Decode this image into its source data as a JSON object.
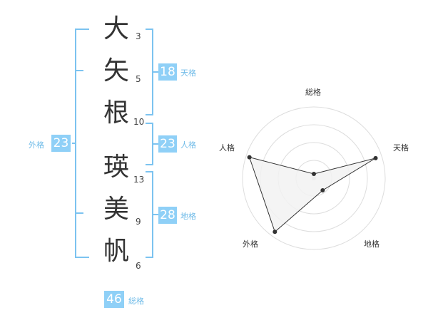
{
  "name": {
    "chars": [
      {
        "char": "大",
        "strokes": "3"
      },
      {
        "char": "矢",
        "strokes": "5"
      },
      {
        "char": "根",
        "strokes": "10"
      },
      {
        "char": "瑛",
        "strokes": "13"
      },
      {
        "char": "美",
        "strokes": "9"
      },
      {
        "char": "帆",
        "strokes": "6"
      }
    ]
  },
  "kakusu": {
    "tenkaku": {
      "value": "18",
      "label": "天格"
    },
    "jinkaku": {
      "value": "23",
      "label": "人格"
    },
    "chikaku": {
      "value": "28",
      "label": "地格"
    },
    "gaikaku": {
      "value": "23",
      "label": "外格"
    },
    "soukaku": {
      "value": "46",
      "label": "総格"
    }
  },
  "radar": {
    "labels": {
      "top": "総格",
      "right": "天格",
      "bottom_right": "地格",
      "bottom_left": "外格",
      "left": "人格"
    },
    "colors": {
      "accent": "#8fd0f7",
      "bracket": "#7cc3f0",
      "fill": "#f2f2f2",
      "line": "#333333",
      "grid": "#dddddd"
    },
    "levels": 4,
    "scores": {
      "soukaku": 0.06,
      "tenkaku": 0.91,
      "chikaku": 0.21,
      "gaikaku": 0.93,
      "jinkaku": 0.95
    }
  }
}
